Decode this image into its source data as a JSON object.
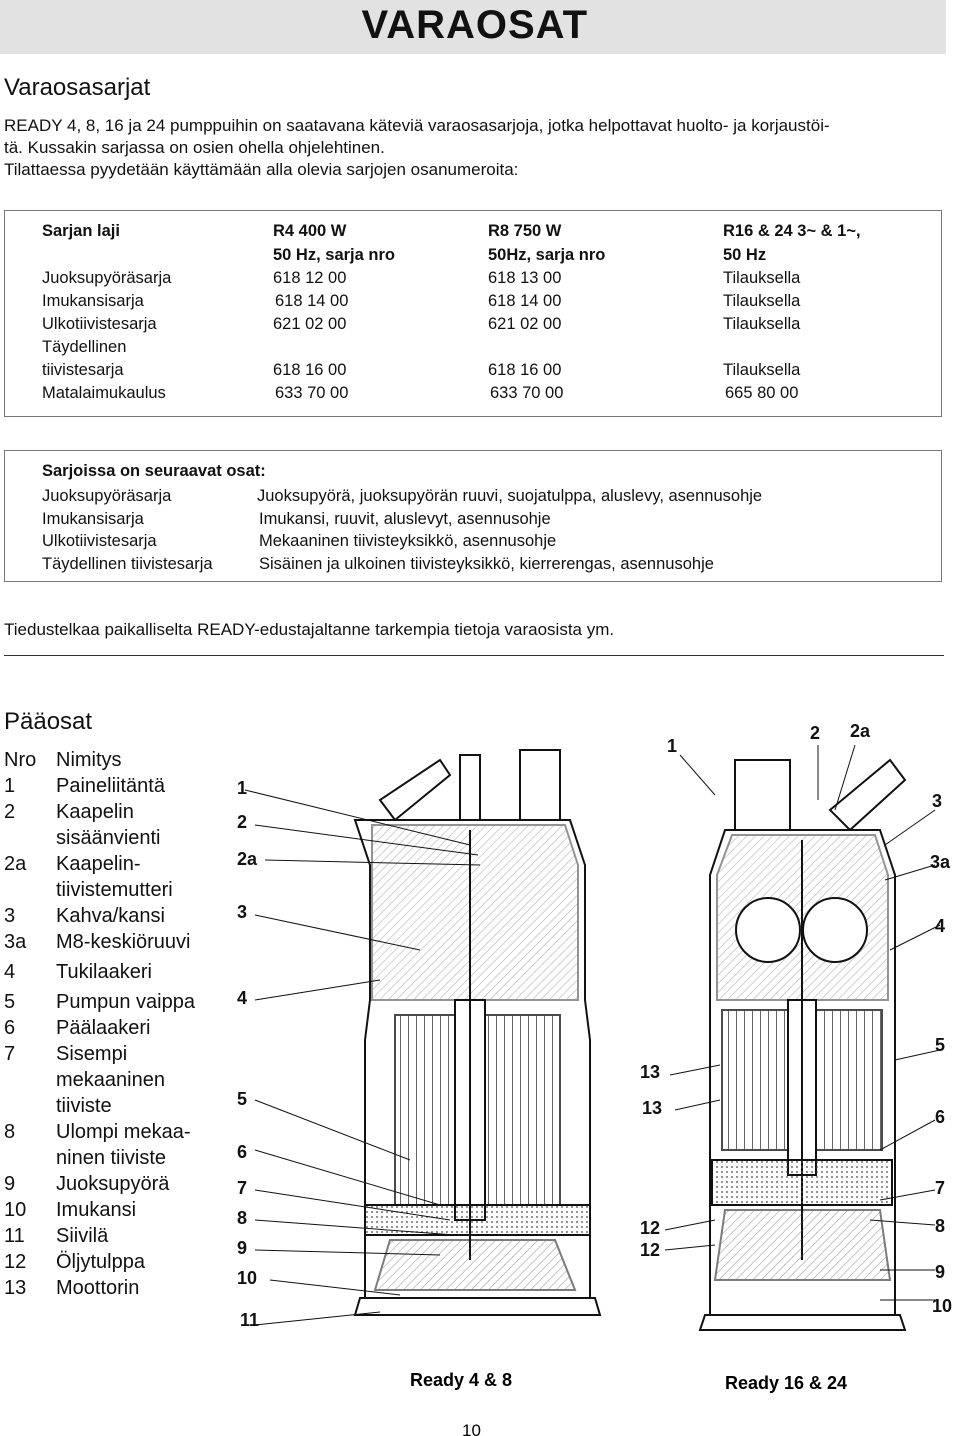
{
  "title": "VARAOSAT",
  "section1": {
    "heading": "Varaosasarjat",
    "paragraph_lines": [
      "READY 4, 8, 16 ja 24 pumppuihin on saatavana käteviä varaosasarjoja, jotka helpottavat huolto- ja korjaustöi-",
      "tä. Kussakin sarjassa on osien ohella ohjelehtinen.",
      "Tilattaessa pyydetään käyttämään alla olevia sarjojen osanumeroita:"
    ]
  },
  "kits_table": {
    "headers": [
      {
        "line1": "Sarjan laji",
        "line2": ""
      },
      {
        "line1": "R4 400 W",
        "line2": "50 Hz, sarja nro"
      },
      {
        "line1": "R8 750 W",
        "line2": "50Hz, sarja nro"
      },
      {
        "line1": "R16 & 24 3~ & 1~,",
        "line2": "50 Hz"
      }
    ],
    "rows": [
      {
        "name": "Juoksupyöräsarja",
        "r4": "618 12 00",
        "r8": "618 13 00",
        "r16": "Tilauksella"
      },
      {
        "name": "Imukansisarja",
        "r4": "618 14 00",
        "r8": "618 14 00",
        "r16": "Tilauksella"
      },
      {
        "name": "Ulkotiivistesarja",
        "r4": "621 02 00",
        "r8": "621 02 00",
        "r16": "Tilauksella"
      },
      {
        "name": "Täydellinen",
        "r4": "",
        "r8": "",
        "r16": ""
      },
      {
        "name": "tiivistesarja",
        "r4": "618 16 00",
        "r8": "618 16 00",
        "r16": "Tilauksella"
      },
      {
        "name": "Matalaimukaulus",
        "r4": "633 70 00",
        "r8": "633 70 00",
        "r16": "665 80 00"
      }
    ]
  },
  "contents_box": {
    "heading": "Sarjoissa on seuraavat osat:",
    "rows": [
      {
        "name": "Juoksupyöräsarja",
        "desc": "Juoksupyörä, juoksupyörän ruuvi, suojatulppa, aluslevy, asennusohje"
      },
      {
        "name": "Imukansisarja",
        "desc": "Imukansi, ruuvit, aluslevyt, asennusohje"
      },
      {
        "name": "Ulkotiivistesarja",
        "desc": "Mekaaninen tiivisteyksikkö, asennusohje"
      },
      {
        "name": "Täydellinen tiivistesarja",
        "desc": "Sisäinen ja ulkoinen tiivisteyksikkö, kierrerengas, asennusohje"
      }
    ]
  },
  "inquiry_text": "Tiedustelkaa paikalliselta READY-edustajaltanne tarkempia tietoja varaosista ym.",
  "section2": {
    "heading": "Pääosat",
    "col_headers": {
      "nro": "Nro",
      "name": "Nimitys"
    },
    "parts": [
      {
        "nro": "1",
        "lines": [
          "Paineliitäntä"
        ]
      },
      {
        "nro": "2",
        "lines": [
          "Kaapelin",
          "sisäänvienti"
        ]
      },
      {
        "nro": "2a",
        "lines": [
          "Kaapelin-",
          "tiivistemutteri"
        ]
      },
      {
        "nro": "3",
        "lines": [
          "Kahva/kansi"
        ]
      },
      {
        "nro": "3a",
        "lines": [
          "M8-keskiöruuvi"
        ]
      },
      {
        "nro": "4",
        "lines": [
          "Tukilaakeri"
        ]
      },
      {
        "nro": "5",
        "lines": [
          "Pumpun vaippa"
        ]
      },
      {
        "nro": "6",
        "lines": [
          "Päälaakeri"
        ]
      },
      {
        "nro": "7",
        "lines": [
          "Sisempi",
          "mekaaninen",
          "tiiviste"
        ]
      },
      {
        "nro": "8",
        "lines": [
          "Ulompi mekaa-",
          "ninen tiiviste"
        ]
      },
      {
        "nro": "9",
        "lines": [
          "Juoksupyörä"
        ]
      },
      {
        "nro": "10",
        "lines": [
          "Imukansi"
        ]
      },
      {
        "nro": "11",
        "lines": [
          "Siivilä"
        ]
      },
      {
        "nro": "12",
        "lines": [
          "Öljytulppa"
        ]
      },
      {
        "nro": "13",
        "lines": [
          "Moottorin"
        ]
      }
    ]
  },
  "diagram_left": {
    "labels": [
      "1",
      "2",
      "2a",
      "3",
      "4",
      "5",
      "6",
      "7",
      "8",
      "9",
      "10",
      "11"
    ],
    "caption": "Ready 4 & 8"
  },
  "diagram_right": {
    "labels": [
      "1",
      "2",
      "2a",
      "3",
      "3a",
      "4",
      "5",
      "6",
      "7",
      "8",
      "9",
      "10",
      "13",
      "13",
      "12",
      "12"
    ],
    "caption": "Ready 16 & 24"
  },
  "page_number": "10"
}
